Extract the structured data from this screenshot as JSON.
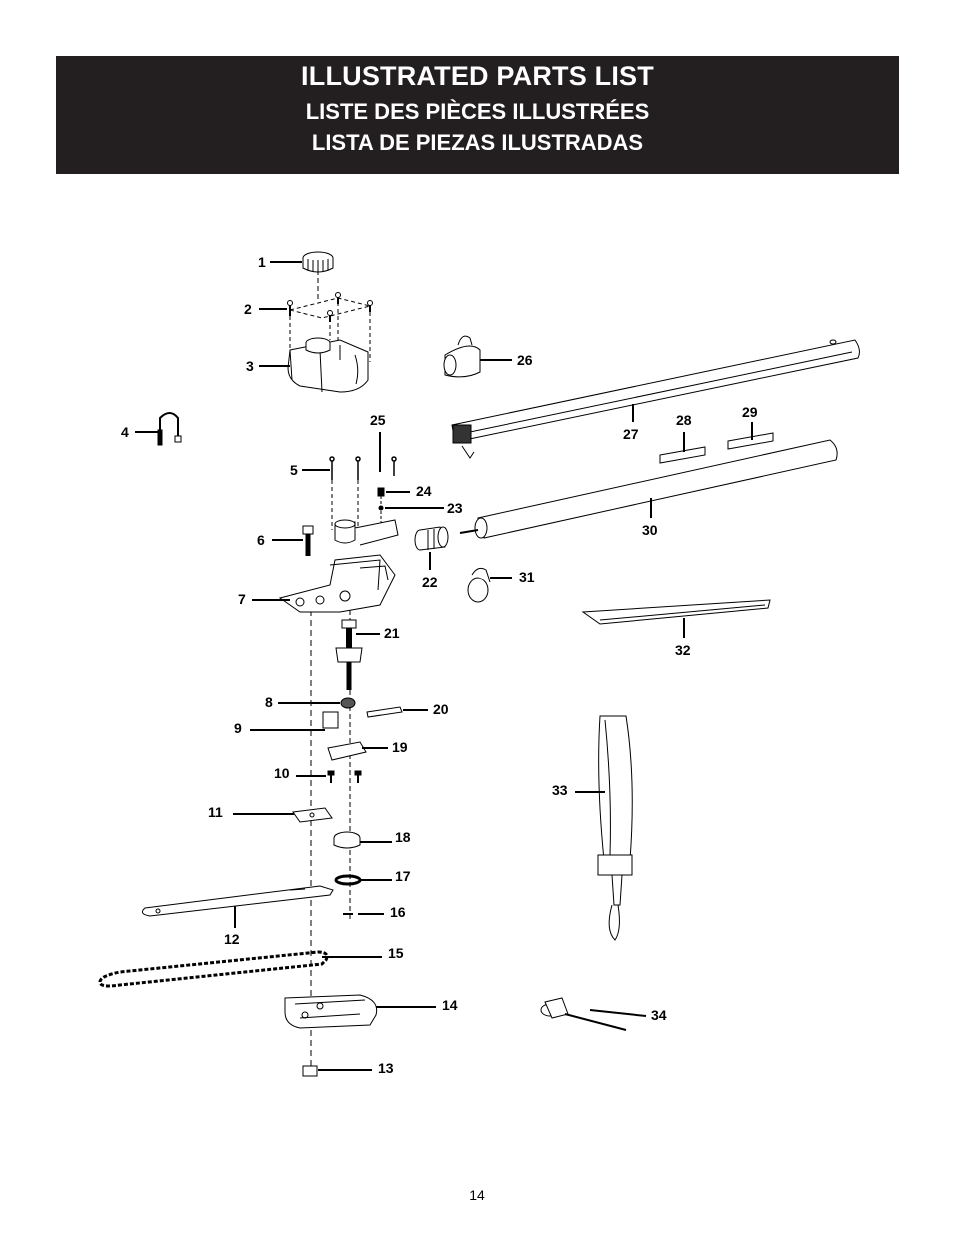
{
  "header": {
    "title_en": "ILLUSTRATED PARTS LIST",
    "title_fr": "LISTE DES PIÈCES ILLUSTRÉES",
    "title_es": "LISTA DE PIEZAS ILUSTRADAS",
    "background_color": "#231f20",
    "text_color": "#ffffff"
  },
  "callouts": [
    "1",
    "2",
    "3",
    "4",
    "5",
    "6",
    "7",
    "8",
    "9",
    "10",
    "11",
    "12",
    "13",
    "14",
    "15",
    "16",
    "17",
    "18",
    "19",
    "20",
    "21",
    "22",
    "23",
    "24",
    "25",
    "26",
    "27",
    "28",
    "29",
    "30",
    "31",
    "32",
    "33",
    "34"
  ],
  "page_number": "14"
}
